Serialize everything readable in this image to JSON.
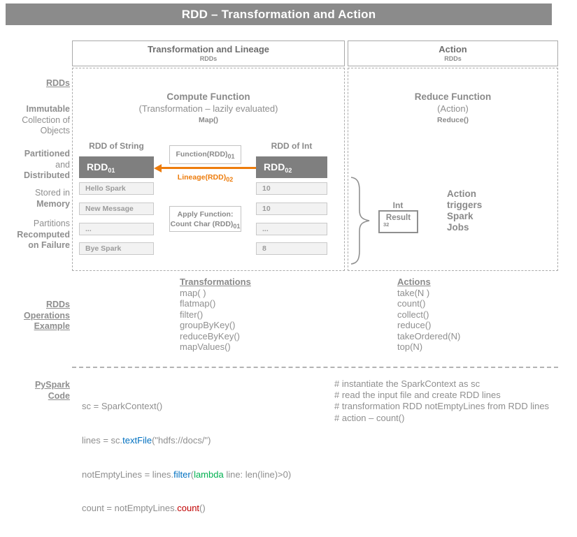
{
  "slide": {
    "title": "RDD – Transformation and Action"
  },
  "headers": {
    "left": {
      "title": "Transformation and Lineage",
      "subtitle": "RDDs"
    },
    "right": {
      "title": "Action",
      "subtitle": "RDDs"
    }
  },
  "sidebar": {
    "rdds": "RDDs",
    "immutable": [
      "Immutable",
      "Collection of",
      "Objects"
    ],
    "partitioned": [
      "Partitioned",
      "and",
      "Distributed"
    ],
    "stored": [
      "Stored in",
      "Memory"
    ],
    "recomputed": [
      "Partitions",
      "Recomputed",
      "on Failure"
    ],
    "operations": [
      "RDDs",
      "Operations",
      "Example"
    ],
    "pyspark": [
      "PySpark",
      "Code"
    ]
  },
  "transform_panel": {
    "heading": "Compute Function",
    "subheading": "(Transformation – lazily evaluated)",
    "method": "Map()",
    "left_label": "RDD of String",
    "right_label": "RDD of Int",
    "rdd1": {
      "text": "RDD",
      "sub": "01"
    },
    "rdd2": {
      "text": "RDD",
      "sub": "02"
    },
    "function_box": {
      "text": "Function(RDD)",
      "sub": "01"
    },
    "lineage": {
      "text": "Lineage(RDD)",
      "sub": "02"
    },
    "apply_box": {
      "line1": "Apply Function:",
      "line2": "Count Char (RDD)",
      "sub": "01"
    },
    "string_rows": [
      "Hello Spark",
      "New Message",
      "...",
      "Bye Spark"
    ],
    "int_rows": [
      "10",
      "10",
      "...",
      "8"
    ]
  },
  "action_panel": {
    "heading": "Reduce Function",
    "subheading": "(Action)",
    "method": "Reduce()",
    "result_type": "Int",
    "result_text": "Result",
    "result_value": "32",
    "note": [
      "Action",
      "triggers",
      "Spark",
      "Jobs"
    ]
  },
  "operations": {
    "transformations_heading": "Transformations",
    "transformations": [
      "map( )",
      "flatmap()",
      "filter()",
      "groupByKey()",
      "reduceByKey()",
      "mapValues()"
    ],
    "actions_heading": "Actions",
    "actions": [
      "take(N )",
      "count()",
      "collect()",
      "reduce()",
      "takeOrdered(N)",
      "top(N)"
    ]
  },
  "code": {
    "line1": {
      "a": "sc = SparkContext()"
    },
    "line2": {
      "a": "lines = sc.",
      "b": "textFile",
      "c": "(\"hdfs://docs/\")"
    },
    "line3": {
      "a": "notEmptyLines = lines.",
      "b": "filter",
      "c": "(",
      "d": "lambda",
      "e": " line: len(line)>0)"
    },
    "line4": {
      "a": "count = notEmptyLines.",
      "b": "count",
      "c": "()"
    },
    "comments": [
      "# instantiate the SparkContext as sc",
      "# read the input file and create RDD lines",
      "# transformation RDD notEmptyLines from RDD lines",
      "# action – count()"
    ]
  },
  "colors": {
    "title_bar_bg": "#8B8B8B",
    "rdd_box_bg": "#7F7F7F",
    "lineage_orange": "#ED7C0C",
    "keyword_blue": "#0070C0",
    "keyword_green": "#00B050",
    "keyword_red": "#C00000"
  }
}
